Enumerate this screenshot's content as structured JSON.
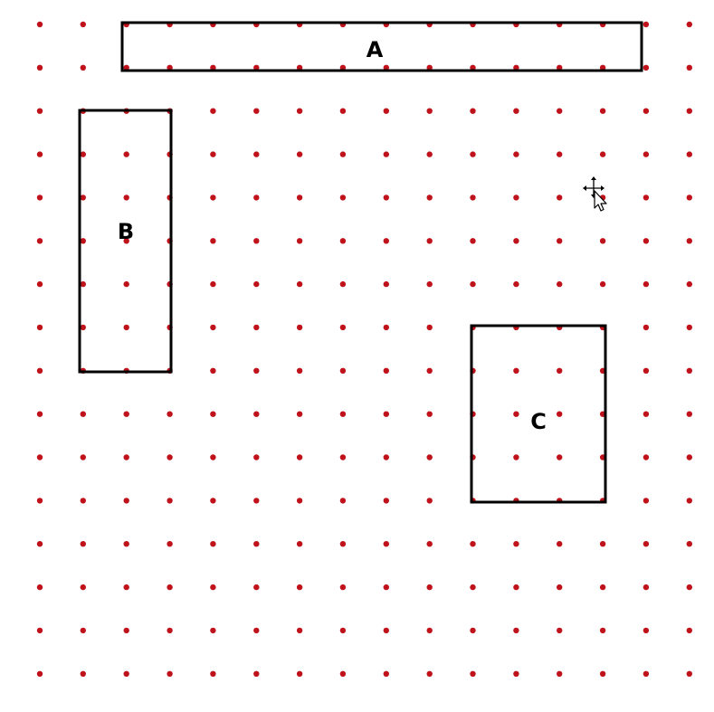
{
  "canvas": {
    "background": "#ffffff",
    "grid_dot_color": "#c0121b",
    "shape_stroke_color": "#000000"
  },
  "shapes": [
    {
      "id": "A",
      "label": "A"
    },
    {
      "id": "B",
      "label": "B"
    },
    {
      "id": "C",
      "label": "C"
    }
  ],
  "cursor": {
    "icon": "move-cursor-icon"
  }
}
